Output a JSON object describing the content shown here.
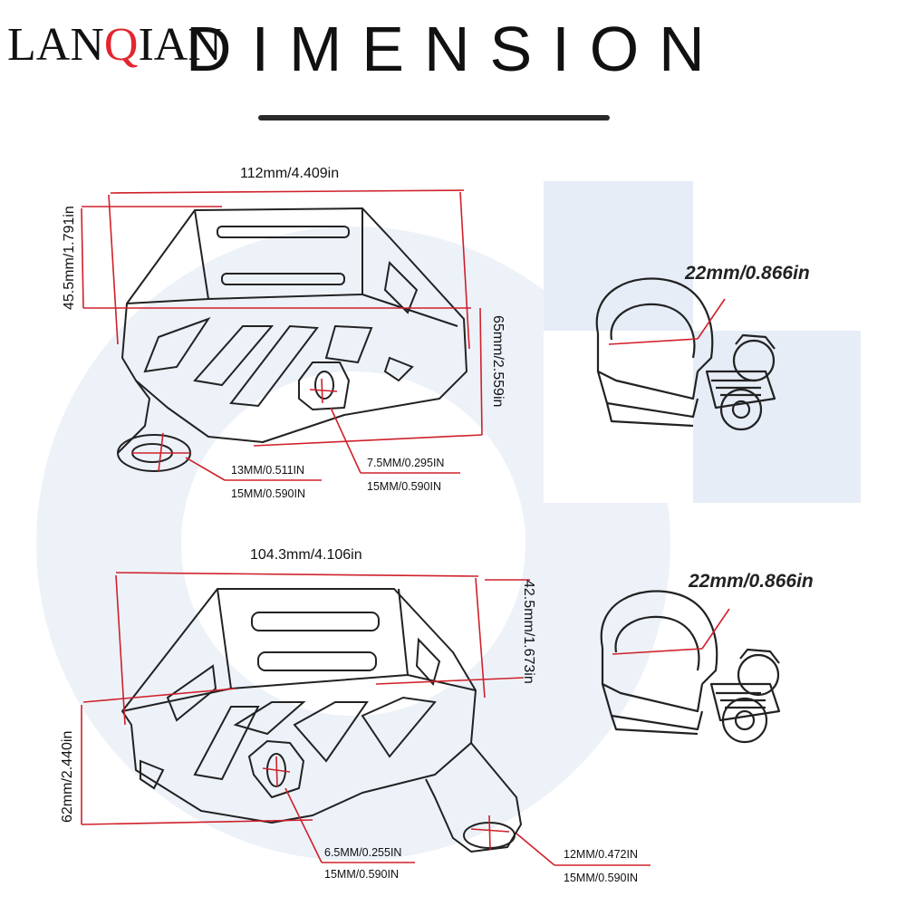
{
  "brand": {
    "pre": "LAN",
    "accent": "Q",
    "post": "IAN"
  },
  "heading": "DIMENSION",
  "top_guard": {
    "width": "112mm/4.409in",
    "depth": "45.5mm/1.791in",
    "height": "65mm/2.559in",
    "left_hole_a": "13MM/0.511IN",
    "left_hole_b": "15MM/0.590IN",
    "right_hole_a": "7.5MM/0.295IN",
    "right_hole_b": "15MM/0.590IN"
  },
  "top_clamp": {
    "diameter": "22mm/0.866in"
  },
  "bottom_guard": {
    "width": "104.3mm/4.106in",
    "depth": "42.5mm/1.673in",
    "height": "62mm/2.440in",
    "left_hole_a": "6.5MM/0.255IN",
    "left_hole_b": "15MM/0.590IN",
    "right_hole_a": "12MM/0.472IN",
    "right_hole_b": "15MM/0.590IN"
  },
  "bottom_clamp": {
    "diameter": "22mm/0.866in"
  },
  "colors": {
    "accent": "#e3262e",
    "line": "#d0202a",
    "watermark": "#eaf0f8",
    "ink": "#222222"
  }
}
